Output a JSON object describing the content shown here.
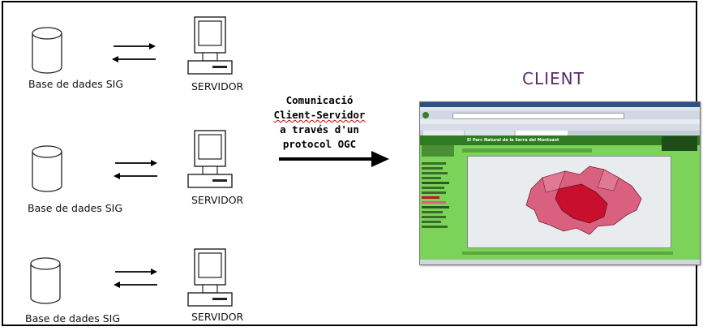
{
  "servers": [
    {
      "db_label": "Base de dades SIG",
      "server_label": "SERVIDOR"
    },
    {
      "db_label": "Base de dades SIG",
      "server_label": "SERVIDOR"
    },
    {
      "db_label": "Base de dades SIG",
      "server_label": "SERVIDOR"
    }
  ],
  "communication": {
    "line1": "Comunicació",
    "line2": "Client-Servidor",
    "line3": "a través d'un",
    "line4": "protocol OGC"
  },
  "client": {
    "title": "CLIENT",
    "browser_page_title": "El Parc Natural de la Serra del Montsant"
  },
  "colors": {
    "title": "#5a2a6e",
    "map_green": "#7cd35a",
    "map_pink": "#d9607e",
    "map_red": "#c8102e"
  }
}
